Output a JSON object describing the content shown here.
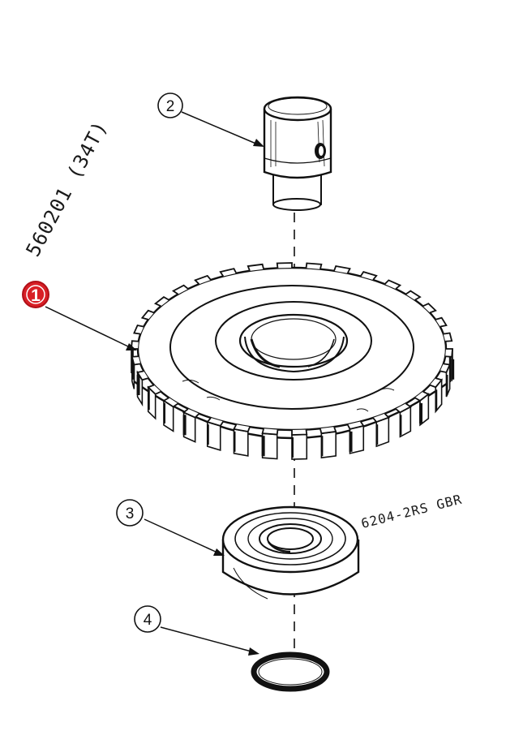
{
  "callouts": [
    {
      "number": "1"
    },
    {
      "number": "2"
    },
    {
      "number": "3"
    },
    {
      "number": "4"
    }
  ],
  "notes": {
    "gear_part": "560201 (34T)",
    "bearing_part": "6204-2RS GBR"
  },
  "colors": {
    "ink": "#111111",
    "highlight": "#d81f26",
    "background": "#ffffff"
  }
}
